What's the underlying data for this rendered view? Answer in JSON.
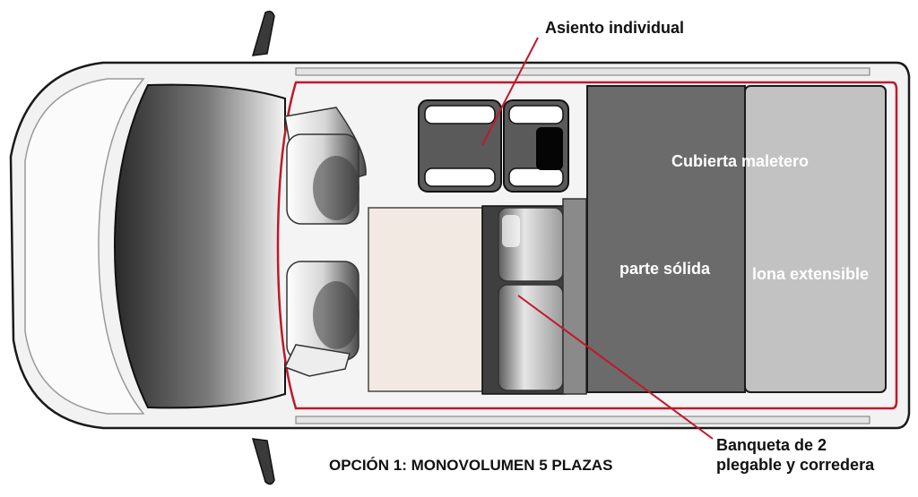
{
  "labels": {
    "single_seat": "Asiento individual",
    "trunk_cover": "Cubierta maletero",
    "solid_part": "parte sólida",
    "extensible_canvas": "lona extensible",
    "bench_line1": "Banqueta de 2",
    "bench_line2": "plegable y corredera",
    "caption": "OPCIÓN 1: MONOVOLUMEN 5 PLAZAS"
  },
  "colors": {
    "outline_red": "#c0182a",
    "solid_panel": "#6b6b6b",
    "canvas_panel": "#c2c2c2",
    "seat_dark": "#595959",
    "table_wood": "#f1e9e2"
  }
}
